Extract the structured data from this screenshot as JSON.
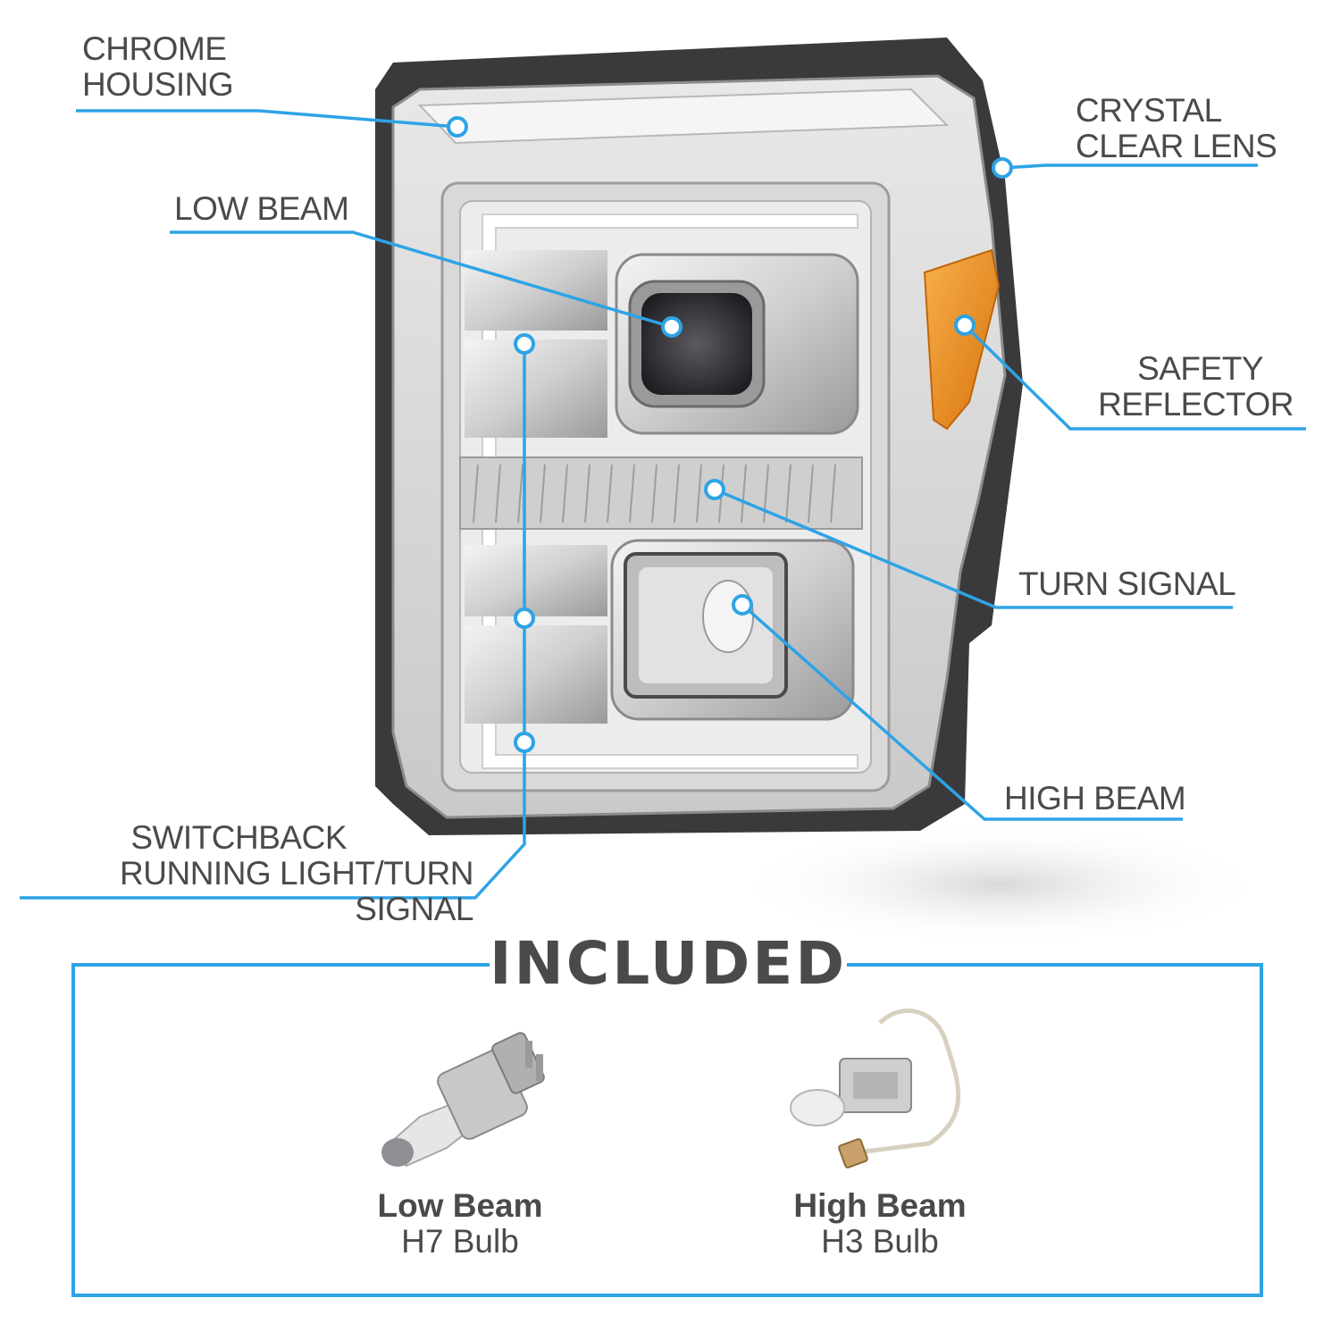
{
  "accent_color": "#2ea3e6",
  "callouts": {
    "chrome_housing": [
      "CHROME",
      "HOUSING"
    ],
    "low_beam": "LOW BEAM",
    "switchback": [
      "SWITCHBACK",
      "RUNNING LIGHT/TURN SIGNAL"
    ],
    "crystal_clear_lens": [
      "CRYSTAL",
      "CLEAR LENS"
    ],
    "safety_reflector": [
      "SAFETY",
      "REFLECTOR"
    ],
    "turn_signal": "TURN SIGNAL",
    "high_beam": "HIGH BEAM"
  },
  "included": {
    "title": "INCLUDED",
    "items": [
      {
        "name": "Low Beam",
        "type": "H7 Bulb"
      },
      {
        "name": "High Beam",
        "type": "H3 Bulb"
      }
    ]
  }
}
